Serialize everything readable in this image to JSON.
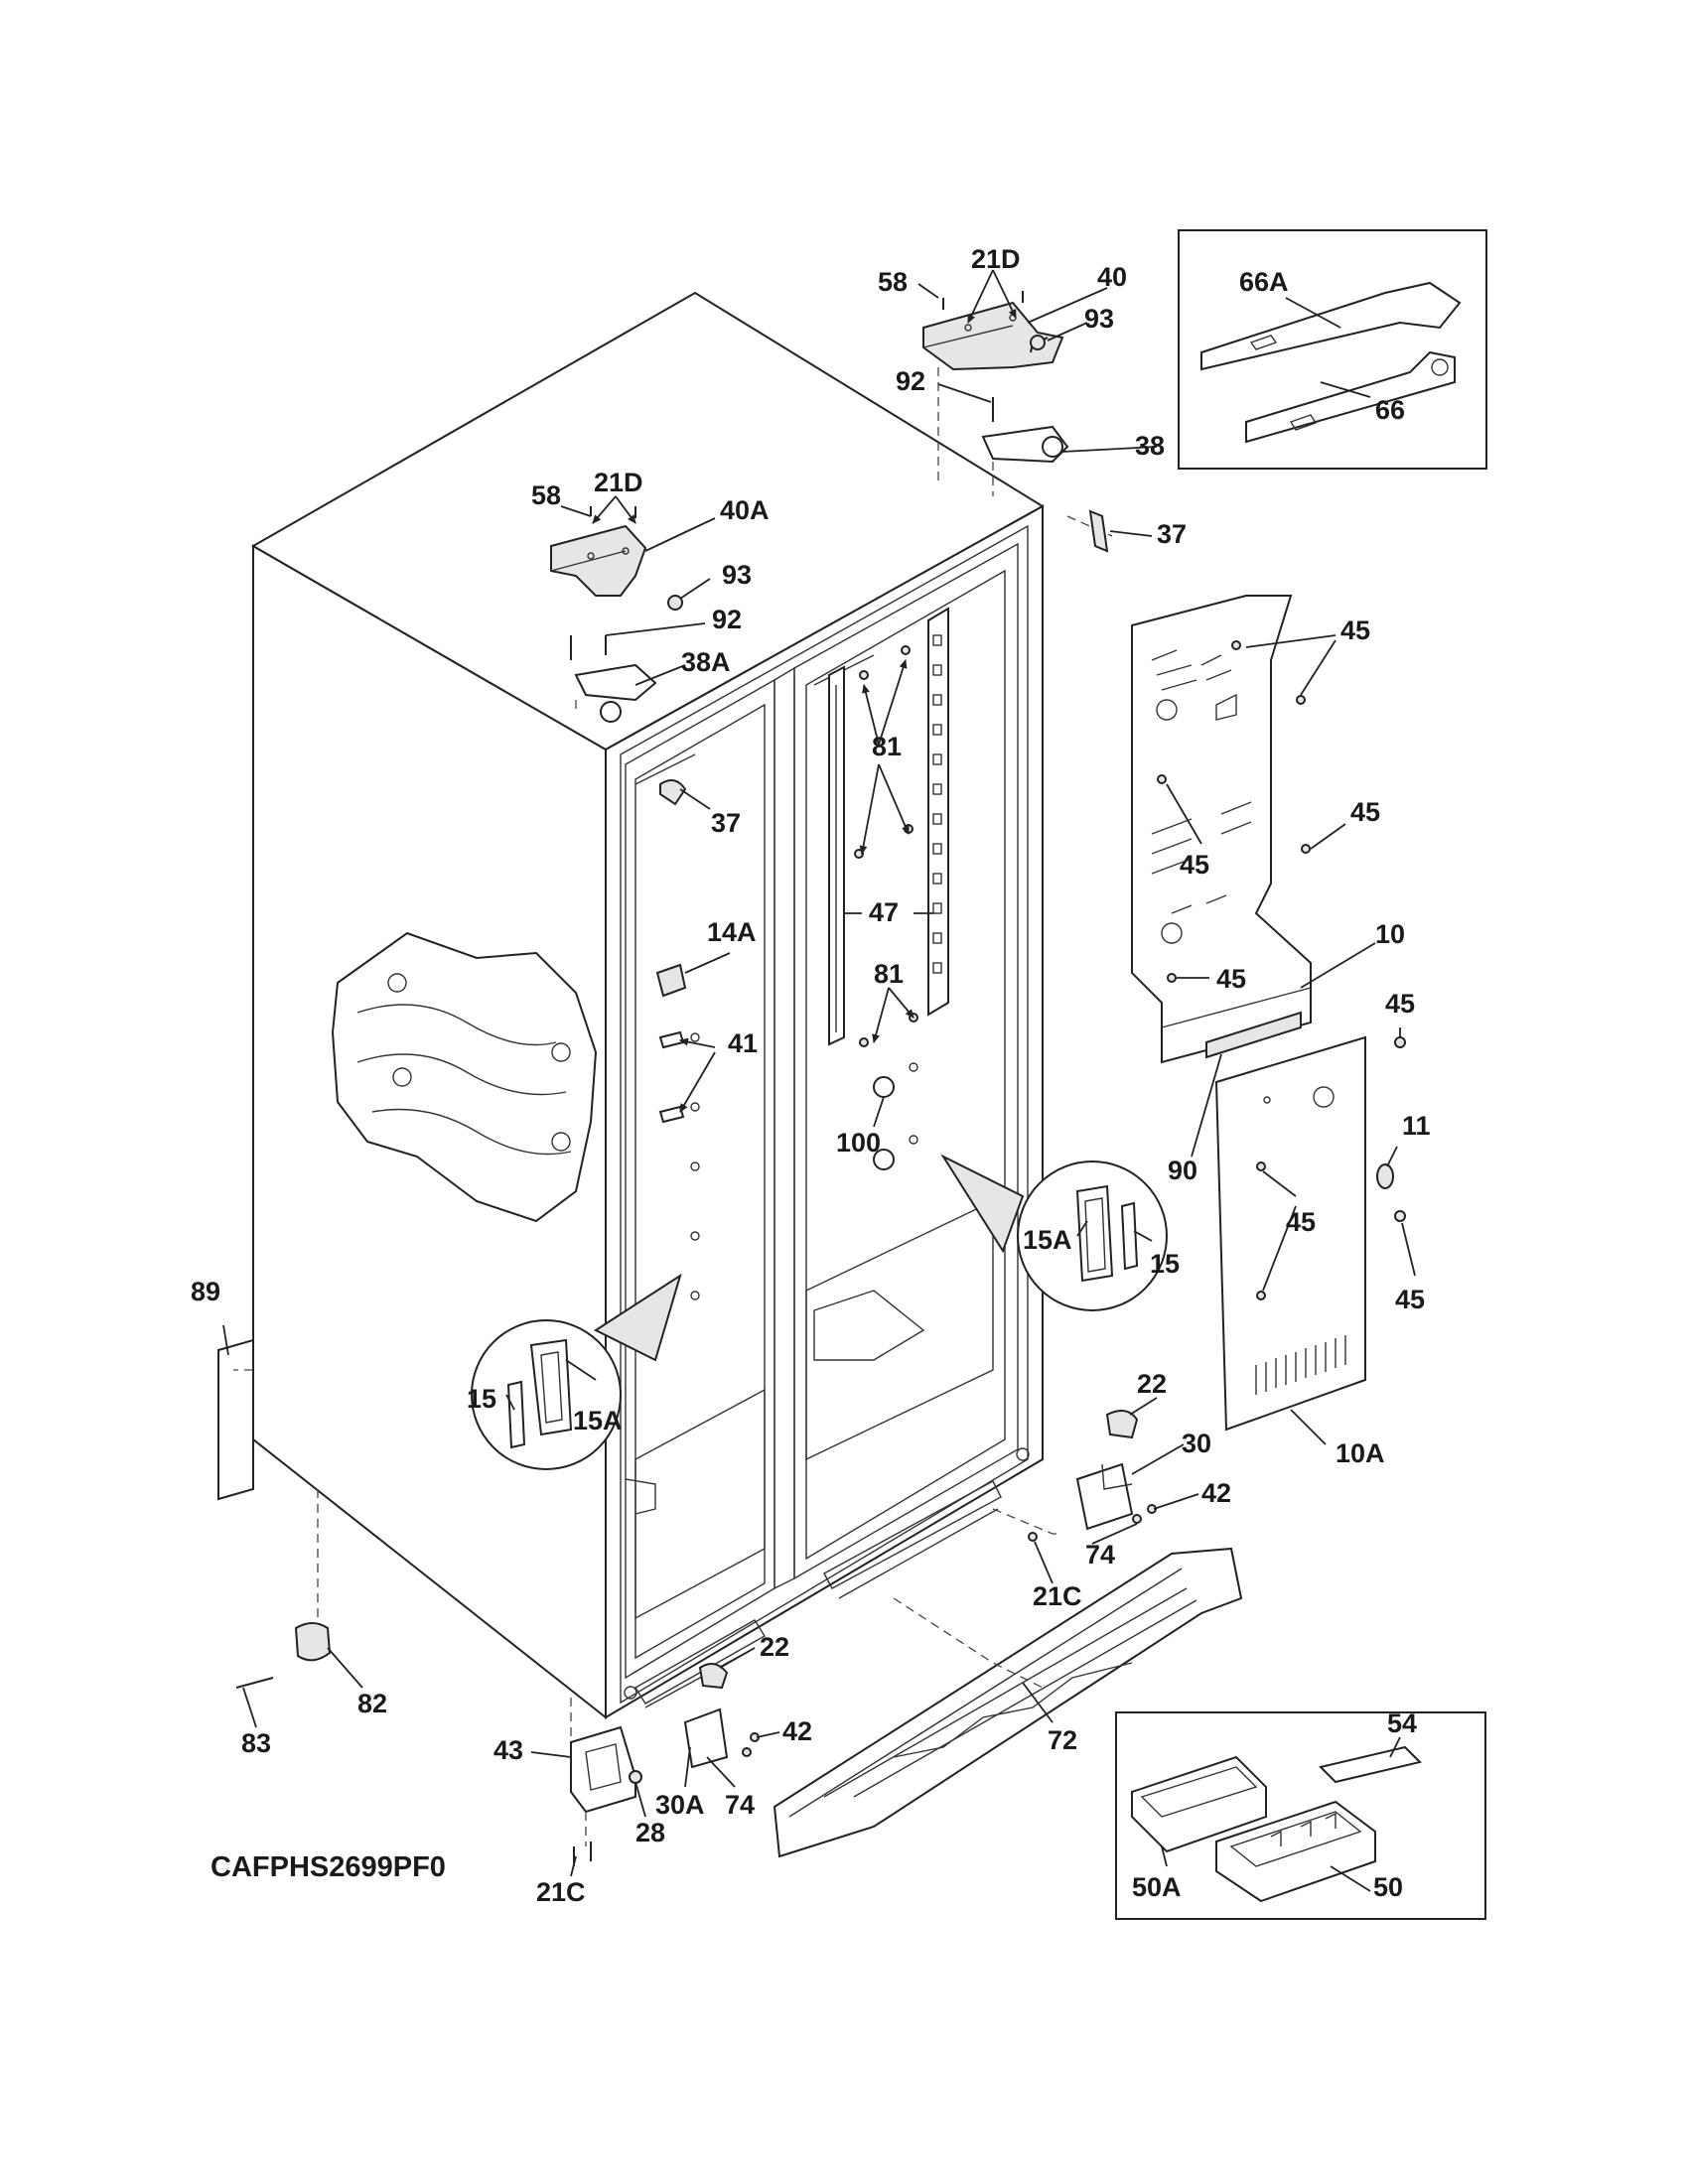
{
  "model_code": "CAFPHS2699PF0",
  "callouts": {
    "c21D_top": "21D",
    "c58_top": "58",
    "c40": "40",
    "c93_top": "93",
    "c92_top": "92",
    "c38": "38",
    "c37_top": "37",
    "c66A": "66A",
    "c66": "66",
    "c58_left": "58",
    "c21D_left": "21D",
    "c40A": "40A",
    "c93_left": "93",
    "c92_left": "92",
    "c38A": "38A",
    "c37_left": "37",
    "c81_a": "81",
    "c81_b": "81",
    "c47": "47",
    "c14A": "14A",
    "c41": "41",
    "c100": "100",
    "c45_a": "45",
    "c45_b": "45",
    "c45_c": "45",
    "c45_d": "45",
    "c45_e": "45",
    "c45_f": "45",
    "c45_g": "45",
    "c10": "10",
    "c11": "11",
    "c90": "90",
    "c10A": "10A",
    "c15A_right": "15A",
    "c15_right": "15",
    "c15_left": "15",
    "c15A_left": "15A",
    "c89": "89",
    "c22_right": "22",
    "c30": "30",
    "c42_right": "42",
    "c74_right": "74",
    "c21C_right": "21C",
    "c72": "72",
    "c22_bottom": "22",
    "c42_bottom": "42",
    "c30A": "30A",
    "c74_bottom": "74",
    "c82": "82",
    "c83": "83",
    "c43": "43",
    "c28": "28",
    "c21C_bottom": "21C",
    "c54": "54",
    "c50A": "50A",
    "c50": "50"
  }
}
